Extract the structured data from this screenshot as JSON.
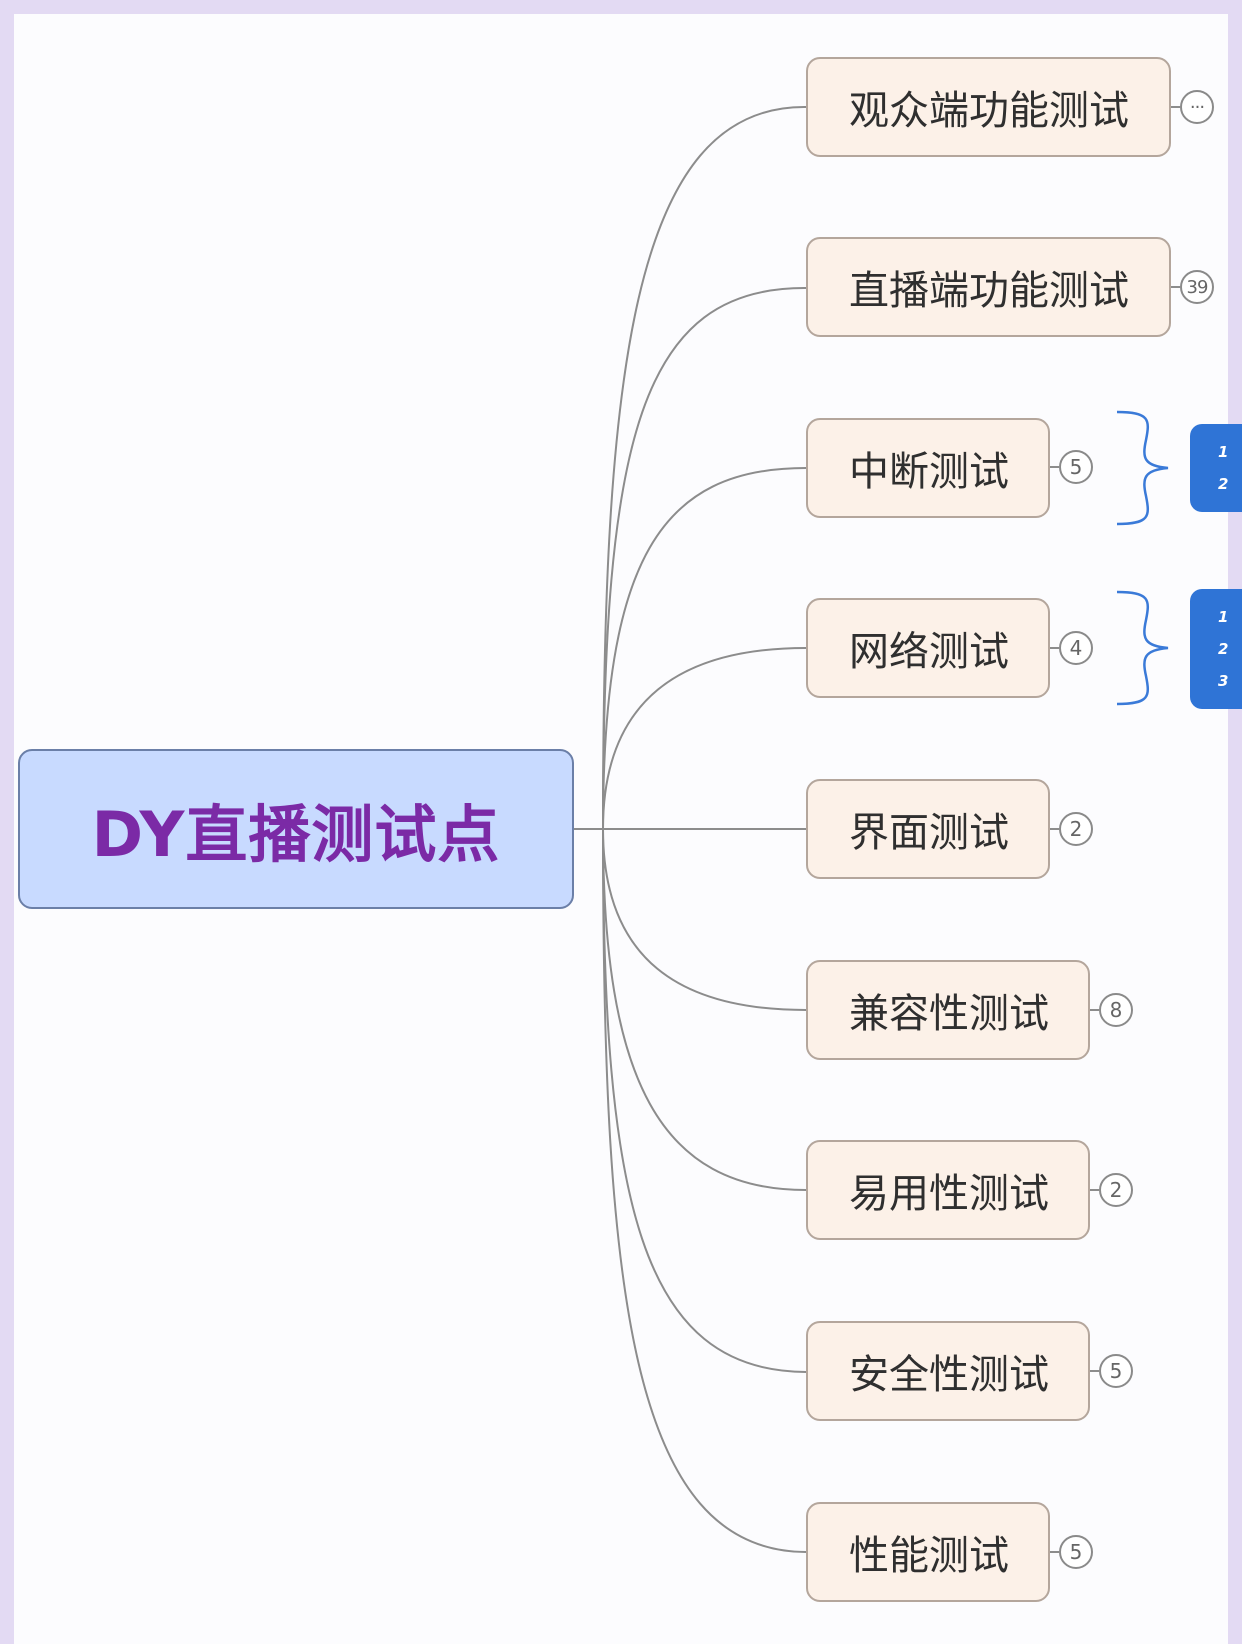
{
  "root": {
    "label": "DY直播测试点"
  },
  "branches": [
    {
      "label": "观众端功能测试",
      "badge": "···"
    },
    {
      "label": "直播端功能测试",
      "badge": "39"
    },
    {
      "label": "中断测试",
      "badge": "5"
    },
    {
      "label": "网络测试",
      "badge": "4"
    },
    {
      "label": "界面测试",
      "badge": "2"
    },
    {
      "label": "兼容性测试",
      "badge": "8"
    },
    {
      "label": "易用性测试",
      "badge": "2"
    },
    {
      "label": "安全性测试",
      "badge": "5"
    },
    {
      "label": "性能测试",
      "badge": "5"
    }
  ],
  "callouts": [
    {
      "lines": [
        "1",
        "2"
      ]
    },
    {
      "lines": [
        "1",
        "2",
        "3"
      ]
    }
  ],
  "colors": {
    "root_fill": "#c8daff",
    "root_text": "#7b2aa6",
    "node_fill": "#fcf1e8",
    "callout_fill": "#2f74d6",
    "brace": "#3a7ad8"
  }
}
